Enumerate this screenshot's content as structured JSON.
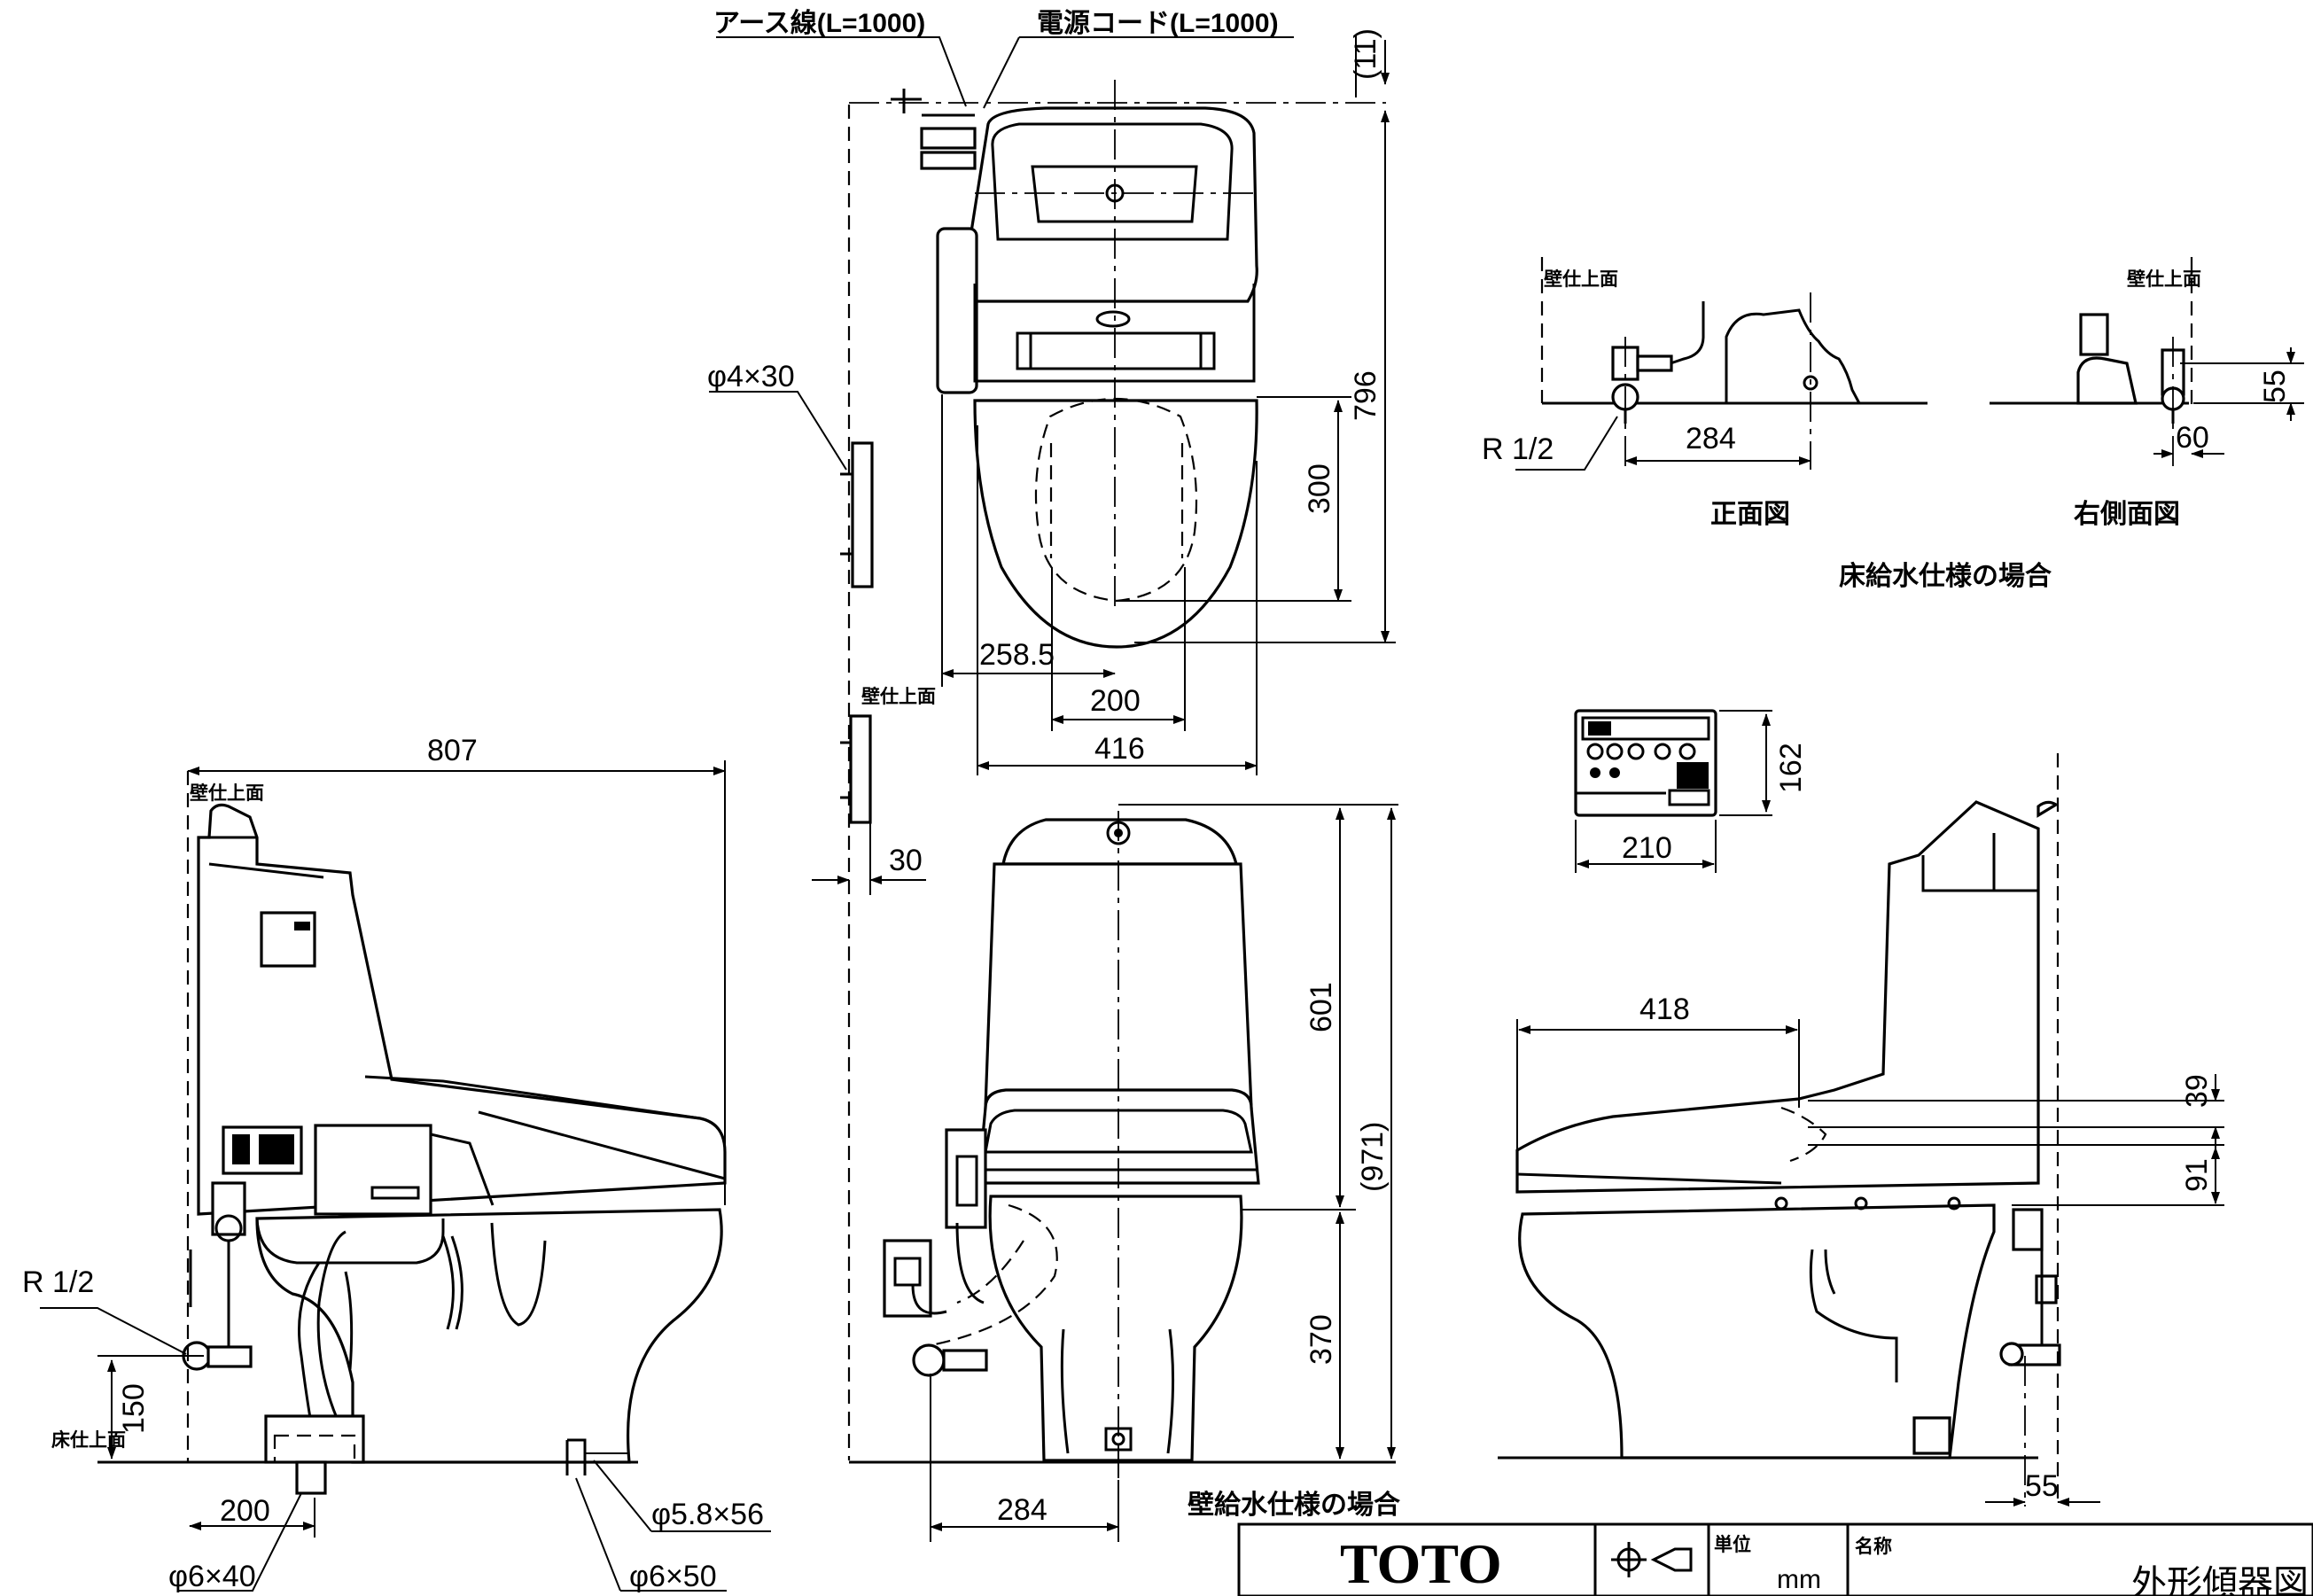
{
  "cables": {
    "earth_wire": "アース線(L=1000)",
    "power_cord": "電源コード(L=1000)"
  },
  "dimensions": {
    "d11": "(11)",
    "d796": "796",
    "d300": "300",
    "d258_5": "258.5",
    "d200_top": "200",
    "d416": "416",
    "d4x30": "φ4×30",
    "d30": "30",
    "d601": "601",
    "d971": "(971)",
    "d370": "370",
    "d284_front": "284",
    "d807": "807",
    "d150": "150",
    "d200_side": "200",
    "d6x40": "φ6×40",
    "d5_8x56": "φ5.8×56",
    "d6x50": "φ6×50",
    "r_half": "R 1/2",
    "d284_floor": "284",
    "d55_floor": "55",
    "d60": "60",
    "d162": "162",
    "d210": "210",
    "d418": "418",
    "d39": "39",
    "d91": "91",
    "d55_right": "55"
  },
  "labels": {
    "wall_finish_surface": "壁仕上面",
    "floor_finish_surface": "床仕上面",
    "front_view": "正面図",
    "right_side_view": "右側面図",
    "floor_supply_case": "床給水仕様の場合",
    "wall_supply_case": "壁給水仕様の場合"
  },
  "title_block": {
    "brand": "TOTO",
    "unit_label": "単位",
    "unit_value": "mm",
    "name_label": "名称",
    "name_value": "外形傾器図"
  }
}
